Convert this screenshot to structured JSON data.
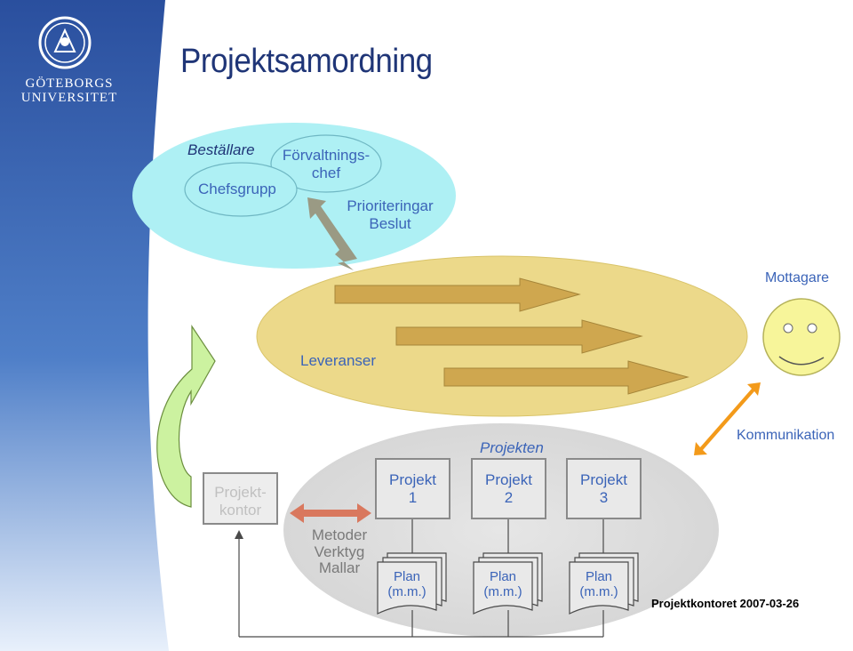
{
  "slide": {
    "title": "Projektsamordning",
    "logo": {
      "line1": "GÖTEBORGS",
      "line2": "UNIVERSITET"
    },
    "top_group": {
      "bestallare": "Beställare",
      "forvaltningschef": "Förvaltnings-\nchef",
      "chefsgrupp": "Chefsgrupp",
      "prioriteringar": "Prioriteringar\nBeslut"
    },
    "middle": {
      "mottagare": "Mottagare",
      "leveranser": "Leveranser"
    },
    "lower": {
      "kommunikation": "Kommunikation",
      "projekten": "Projekten",
      "projektkontor": "Projekt-\nkontor",
      "metoder": "Metoder\nVerktyg\nMallar",
      "projects": [
        {
          "label": "Projekt\n1",
          "plan": "Plan\n(m.m.)"
        },
        {
          "label": "Projekt\n2",
          "plan": "Plan\n(m.m.)"
        },
        {
          "label": "Projekt\n3",
          "plan": "Plan\n(m.m.)"
        }
      ]
    },
    "footer": "Projektkontoret 2007-03-26",
    "colors": {
      "sidebar": "#2f57a4",
      "top_ellipse": "#aef0f4",
      "middle_ellipse": "#ecd98a",
      "lower_ellipse": "#dcdcdc",
      "arrows": "#cfa74f",
      "curved_arrow": "#ccf2a0",
      "orange_arrow": "#f39a1a",
      "double_arrow": "#d9785e",
      "smiley": "#f7f59a"
    }
  }
}
